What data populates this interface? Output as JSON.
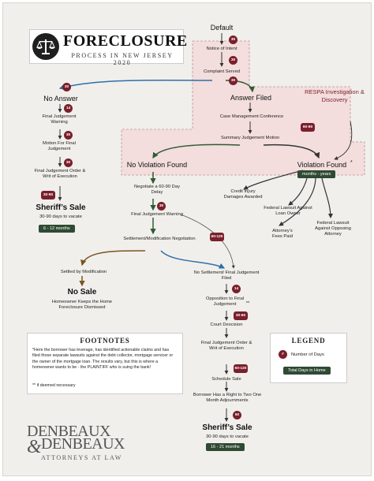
{
  "header": {
    "title": "FORECLOSURE",
    "subtitle": "PROCESS IN NEW JERSEY 2020"
  },
  "nodes": {
    "default": "Default",
    "notice": "Notice of Intent",
    "complaint": "Complaint Served",
    "no_answer": "No Answer",
    "answer_filed": "Answer Filed",
    "respa": "RESPA Investigation & Discovery",
    "fjw1": "Final Judgement Warning",
    "mfj": "Motion For Final Judgement",
    "fjo1": "Final Judgement Order & Writ of Execution",
    "sheriff1": "Sheriff’s Sale",
    "sheriff1_sub": "30-90 days to vacate",
    "cmc": "Case Management Conference",
    "sjm": "Summary Judgement Motion",
    "no_violation": "No Violation Found",
    "violation": "Violation Found",
    "violation_star": "*",
    "negotiate": "Negotiate a 60-90 Day Delay",
    "fjw2": "Final Judgement Warning",
    "settlement": "Settlement/Modification Negotiation",
    "settled": "Settled by Modification",
    "no_sale": "No Sale",
    "no_sale_sub": "Homeowner Keeps the Home Foreclosure Dismissed",
    "not_settled": "No Settlement/ Final Judgement Filed",
    "opposition": "Opposition to Final Judgement",
    "opposition_star": "**",
    "court": "Court Descision",
    "fjo2": "Final Judgement Order & Writ of Execution",
    "schedule": "Schedule Sale",
    "borrower": "Borrower Has a Right to Two One Month Adjournments",
    "sheriff2": "Sheriff’s Sale",
    "sheriff2_sub": "30-90 days to vacate",
    "credit": "Credit Injury Damages Awarded",
    "fed_loan": "Federal Lawsuit Against Loan Owner",
    "attorney_fees": "Attorney’s Fees Paid",
    "fed_opposing": "Federal Lawsuit Against Opposing Attorney"
  },
  "badges": {
    "default": "30",
    "notice": "30",
    "complaint": "30",
    "no_answer": "30",
    "fjw1": "14",
    "mfj": "30",
    "fjo1": "30",
    "sheriff1": "30-90",
    "respa": "60-90",
    "fjw2": "30",
    "settlement": "60-120",
    "opposition": "14",
    "court": "30-60",
    "schedule": "60-120",
    "borrower": "60"
  },
  "pills": {
    "sheriff1": "6 - 12 months",
    "violation": "months - years",
    "sheriff2": "16 - 21 months"
  },
  "footnotes": {
    "title": "FOOTNOTES",
    "note1": "*Here the borrower has leverage, has identified actionable claims and has filed those separate lawsuits against the debt collector, mortgage servicer or the owner of the mortgage loan. The results vary, but this is where a homeowner wants to be - the PLAINTIFF who is suing the bank!",
    "note2": "** if deemed necessary"
  },
  "legend": {
    "title": "LEGEND",
    "badge": "#",
    "days_label": "Number of Days",
    "total_label": "Total Days in Home"
  },
  "firm": {
    "line1": "DENBEAUX",
    "amp": "&",
    "line2": "DENBEAUX",
    "line3": "ATTORNEYS AT LAW"
  },
  "colors": {
    "badge": "#7a1f2b",
    "pill": "#2f4a33",
    "respa_zone": "#f4dcdc",
    "arrow_blue": "#2f6fa8",
    "arrow_green": "#2f5a35",
    "arrow_brown": "#7a5522",
    "arrow_dark": "#333333"
  }
}
